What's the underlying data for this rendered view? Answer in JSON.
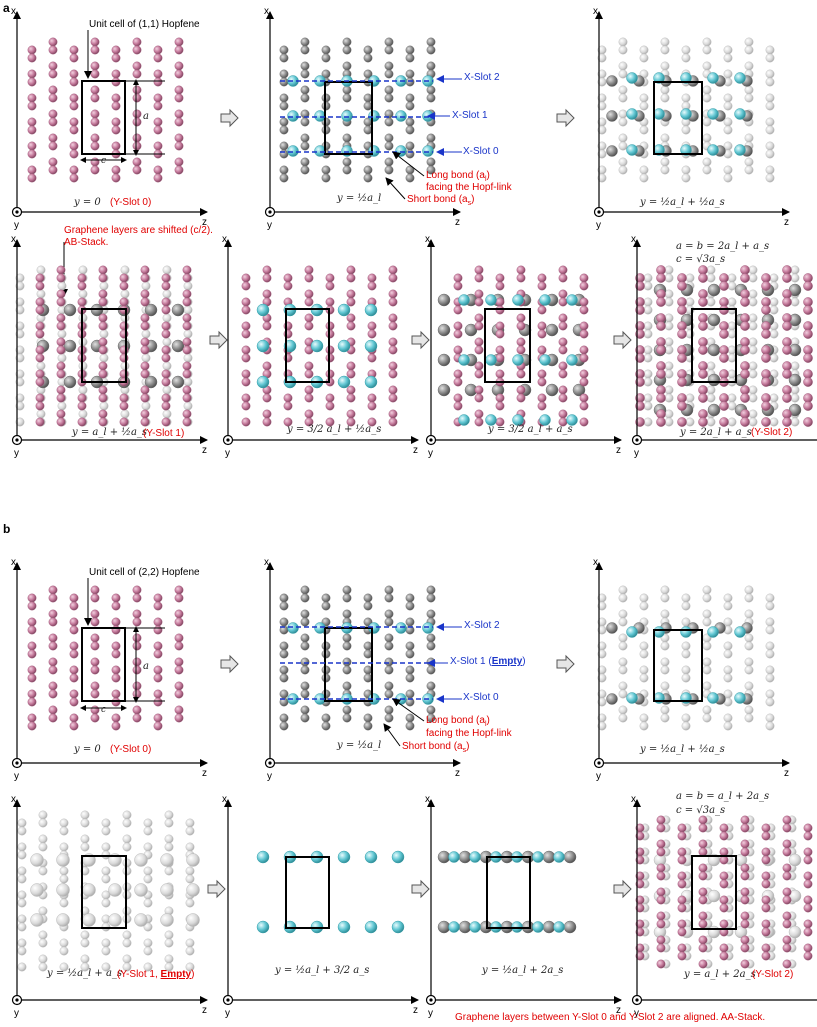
{
  "section_a": {
    "tag": "a",
    "unit_cell_label": "Unit cell of (1,1) Hopfene",
    "lattice_a": "a",
    "lattice_c": "c",
    "x_slot_2": "X-Slot 2",
    "x_slot_1": "X-Slot 1",
    "x_slot_0": "X-Slot 0",
    "long_bond_1": "Long bond (a",
    "long_bond_sub": "l",
    "long_bond_2": ")",
    "long_bond_line2": "facing the Hopf-link",
    "short_bond_1": "Short bond (a",
    "short_bond_sub": "s",
    "short_bond_2": ")",
    "shift_note_1": "Graphene layers are shifted (c/2).",
    "shift_note_2": "AB-Stack.",
    "eq_p1": "y = 0",
    "eq_p1_slot": "(Y-Slot 0)",
    "eq_p2": "y = ½a_l",
    "eq_p3": "y = ½a_l + ½a_s",
    "eq_p4": "y = a_l + ½a_s",
    "eq_p4_slot": "(Y-Slot 1)",
    "eq_p5": "y = 3/2 a_l + ½a_s",
    "eq_p6": "y = 3/2 a_l + a_s",
    "eq_p7": "y = 2a_l + a_s",
    "eq_p7_slot": "(Y-Slot 2)",
    "lattice_eq_1": "a = b = 2a_l + a_s",
    "lattice_eq_2": "c = √3a_s"
  },
  "section_b": {
    "tag": "b",
    "unit_cell_label": "Unit cell of (2,2) Hopfene",
    "lattice_a": "a",
    "lattice_c": "c",
    "x_slot_2": "X-Slot 2",
    "x_slot_1": "X-Slot 1 (",
    "x_slot_1_empty": "Empty",
    "x_slot_1_end": ")",
    "x_slot_0": "X-Slot 0",
    "long_bond_1": "Long bond (a",
    "long_bond_sub": "l",
    "long_bond_2": ")",
    "long_bond_line2": "facing the Hopf-link",
    "short_bond_1": "Short bond (a",
    "short_bond_sub": "s",
    "short_bond_2": ")",
    "eq_p1": "y = 0",
    "eq_p1_slot": "(Y-Slot 0)",
    "eq_p2": "y = ½a_l",
    "eq_p3": "y = ½a_l + ½a_s",
    "eq_p4": "y = ½a_l + a_s",
    "eq_p4_slot": "(Y-Slot 1, ",
    "eq_p4_empty": "Empty",
    "eq_p4_end": ")",
    "eq_p5": "y = ½a_l + 3/2 a_s",
    "eq_p6": "y = ½a_l + 2a_s",
    "eq_p7": "y = a_l + 2a_s",
    "eq_p7_slot": "(Y-Slot 2)",
    "lattice_eq_1": "a = b = a_l + 2a_s",
    "lattice_eq_2": "c = √3a_s",
    "footer_note": "Graphene layers between Y-Slot 0 and Y-Slot 2 are aligned. AA-Stack."
  },
  "axes": {
    "x": "x",
    "y": "y",
    "z": "z"
  },
  "colors": {
    "carbon_pink": "#c4789a",
    "carbon_gray": "#8c8c8c",
    "carbon_light": "#d6d6d6",
    "dopant_cyan": "#5fc6d2",
    "label_red": "#e00000",
    "label_blue": "#1a35c9"
  }
}
